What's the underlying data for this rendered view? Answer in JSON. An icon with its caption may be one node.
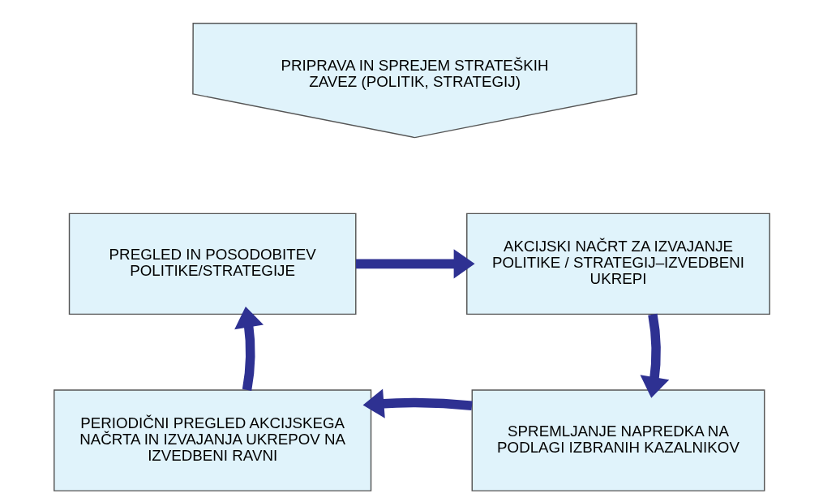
{
  "diagram": {
    "nodes": [
      {
        "text": [
          "PRIPRAVA IN SPREJEM STRATEŠKIH ZAVEZ (POLITIK, STRATEGIJ)"
        ]
      },
      {
        "text": [
          "PREGLED IN POSODOBITEV POLITIKE/STRATEGIJE"
        ]
      },
      {
        "text": [
          "AKCIJSKI NAČRT ZA IZVAJANJE POLITIKE / STRATEGIJ–IZVEDBENI UKREPI"
        ]
      },
      {
        "text": [
          "PERIODIČNI PREGLED AKCIJSKEGA NAČRTA IN IZVAJANJA UKREPOV NA IZVEDBENI RAVNI"
        ]
      },
      {
        "text": [
          "SPREMLJANJE NAPREDKA NA PODLAGI IZBRANIH KAZALNIKOV"
        ]
      }
    ],
    "edges": [
      {
        "from": 1,
        "to": 2,
        "arrow": "to"
      },
      {
        "from": 2,
        "to": 4,
        "arrow": "to"
      },
      {
        "from": 4,
        "to": 3,
        "arrow": "to"
      },
      {
        "from": 3,
        "to": 1,
        "arrow": "to"
      }
    ]
  }
}
